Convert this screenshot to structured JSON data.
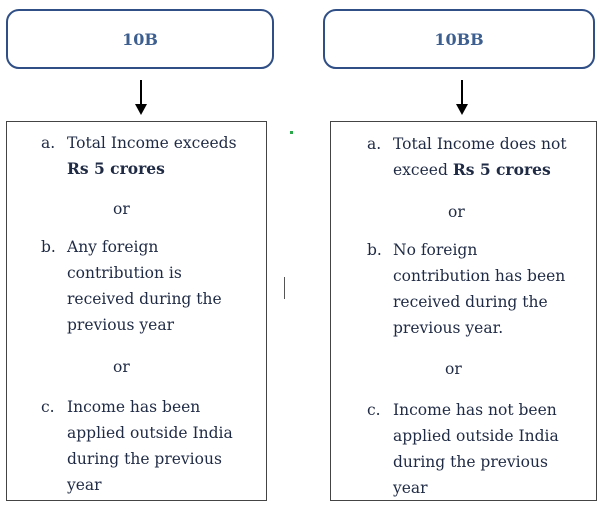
{
  "left": {
    "header": "10B",
    "item_a": {
      "letter": "a.",
      "pre": "Total Income exceeds",
      "bold": "Rs 5 crores"
    },
    "or_1": "or",
    "item_b": {
      "letter": "b.",
      "text_l1": "Any foreign",
      "text_l2": "contribution is",
      "text_l3": "received during the",
      "text_l4": "previous year"
    },
    "or_2": "or",
    "item_c": {
      "letter": "c.",
      "text_l1": "Income has been",
      "text_l2": "applied outside India",
      "text_l3": "during the previous",
      "text_l4": "year"
    }
  },
  "right": {
    "header": "10BB",
    "item_a": {
      "letter": "a.",
      "text_l1": "Total Income does not",
      "pre_l2": "exceed",
      "bold": "Rs 5 crores"
    },
    "or_1": "or",
    "item_b": {
      "letter": "b.",
      "text_l1": "No foreign",
      "text_l2": "contribution has been",
      "text_l3": "received during the",
      "text_l4": "previous year."
    },
    "or_2": "or",
    "item_c": {
      "letter": "c.",
      "text_l1": "Income has not been",
      "text_l2": "applied outside India",
      "text_l3": "during the previous",
      "text_l4": "year"
    }
  }
}
